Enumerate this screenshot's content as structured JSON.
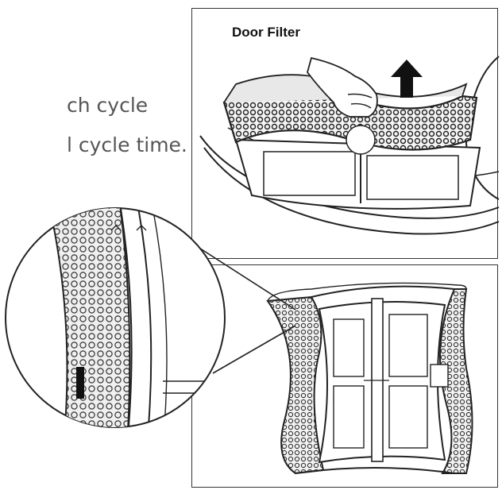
{
  "instructions": {
    "line1": "ch cycle",
    "line2": "l cycle time."
  },
  "illustration_top": {
    "label": "Door Filter",
    "icons": [
      "hand-icon",
      "arrow-up-icon"
    ]
  },
  "illustration_bottom": {
    "icons": [
      "filter-icon",
      "magnifier-icon"
    ]
  },
  "colors": {
    "text_gray": "#555555",
    "line": "#222222",
    "mesh": "#333333"
  }
}
